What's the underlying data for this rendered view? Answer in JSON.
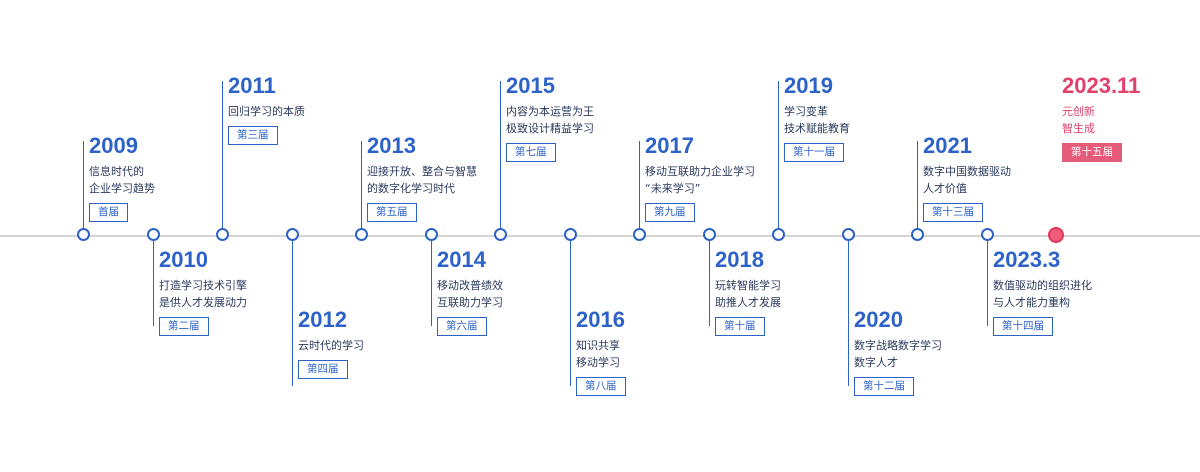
{
  "events": [
    {
      "year": "2009",
      "lines": [
        "信息时代的",
        "企业学习趋势"
      ],
      "badge": "首届",
      "pos": "up"
    },
    {
      "year": "2010",
      "lines": [
        "打造学习技术引擎",
        "是供人才发展动力"
      ],
      "badge": "第二届",
      "pos": "down"
    },
    {
      "year": "2011",
      "lines": [
        "回归学习的本质"
      ],
      "badge": "第三届",
      "pos": "up"
    },
    {
      "year": "2012",
      "lines": [
        "云时代的学习"
      ],
      "badge": "第四届",
      "pos": "down"
    },
    {
      "year": "2013",
      "lines": [
        "迎接开放、整合与智慧",
        "的数字化学习时代"
      ],
      "badge": "第五届",
      "pos": "up"
    },
    {
      "year": "2014",
      "lines": [
        "移动改普绩效",
        "互联助力学习"
      ],
      "badge": "第六届",
      "pos": "down"
    },
    {
      "year": "2015",
      "lines": [
        "内容为本运营为王",
        "极致设计精益学习"
      ],
      "badge": "第七届",
      "pos": "up"
    },
    {
      "year": "2016",
      "lines": [
        "知识共享",
        "移动学习"
      ],
      "badge": "第八届",
      "pos": "down"
    },
    {
      "year": "2017",
      "lines": [
        "移动互联助力企业学习",
        "“未来学习”"
      ],
      "badge": "第九届",
      "pos": "up"
    },
    {
      "year": "2018",
      "lines": [
        "玩转智能学习",
        "助推人才发展"
      ],
      "badge": "第十届",
      "pos": "down"
    },
    {
      "year": "2019",
      "lines": [
        "学习变革",
        "技术赋能教育"
      ],
      "badge": "第十一届",
      "pos": "up"
    },
    {
      "year": "2020",
      "lines": [
        "数字战略数字学习",
        "数字人才"
      ],
      "badge": "第十二届",
      "pos": "down"
    },
    {
      "year": "2021",
      "lines": [
        "数字中国数据驱动",
        "人才价值"
      ],
      "badge": "第十三届",
      "pos": "up"
    },
    {
      "year": "2023.3",
      "lines": [
        "数值驱动的组织进化",
        "与人才能力重构"
      ],
      "badge": "第十四届",
      "pos": "down"
    },
    {
      "year": "2023.11",
      "lines": [
        "元创新",
        "智生成"
      ],
      "badge": "第十五届",
      "pos": "up",
      "highlight": true
    }
  ]
}
